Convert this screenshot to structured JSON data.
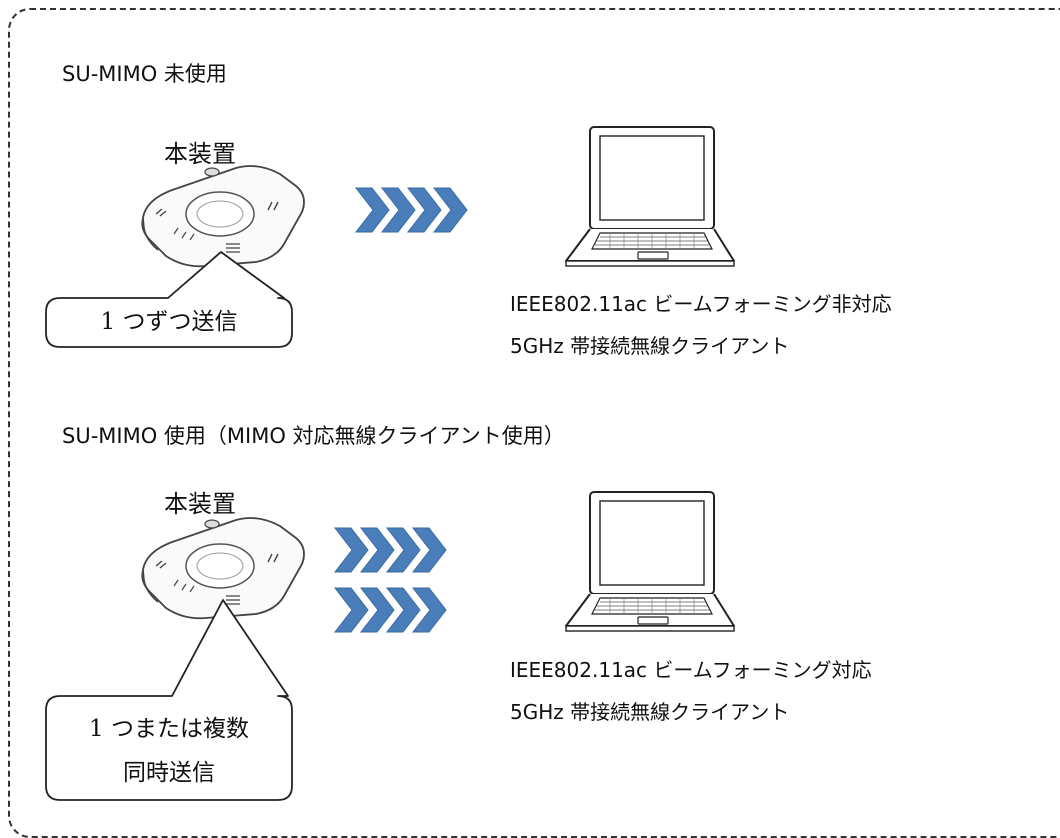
{
  "sections": [
    {
      "title": "SU-MIMO 未使用",
      "device_label": "本装置",
      "callout": [
        "1 つずつ送信"
      ],
      "client_lines": [
        "IEEE802.11ac ビームフォーミング非対応",
        "5GHz 帯接続無線クライアント"
      ],
      "arrow_rows": 1
    },
    {
      "title": "SU-MIMO 使用（MIMO 対応無線クライアント使用）",
      "device_label": "本装置",
      "callout": [
        "1 つまたは複数",
        "同時送信"
      ],
      "client_lines": [
        "IEEE802.11ac ビームフォーミング対応",
        "5GHz 帯接続無線クライアント"
      ],
      "arrow_rows": 2
    }
  ],
  "colors": {
    "arrow": "#4a7ebb",
    "arrow_edge": "#3a6aa0",
    "frame": "#333333",
    "line": "#222222"
  },
  "icons": {
    "device": "access-point-icon",
    "client": "laptop-icon"
  }
}
